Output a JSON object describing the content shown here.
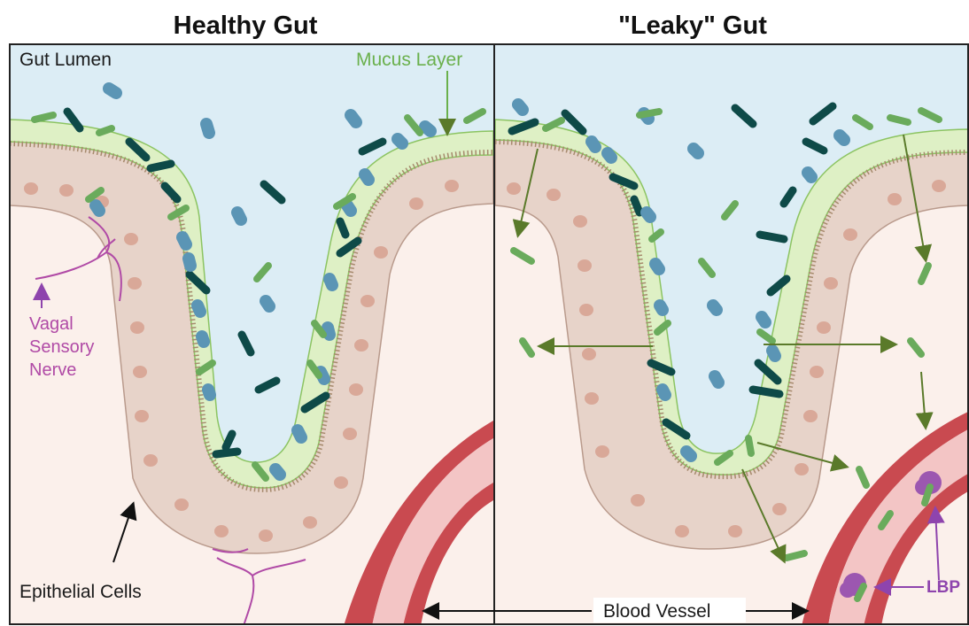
{
  "panels": {
    "left_title": "Healthy Gut",
    "right_title": "\"Leaky\" Gut"
  },
  "labels": {
    "gut_lumen": "Gut Lumen",
    "mucus_layer": "Mucus Layer",
    "vagal_line1": "Vagal",
    "vagal_line2": "Sensory",
    "vagal_line3": "Nerve",
    "epithelial_cells": "Epithelial Cells",
    "blood_vessel": "Blood Vessel",
    "lbp": "LBP"
  },
  "colors": {
    "lumen": "#dcedf5",
    "tissue": "#fbf0eb",
    "mucus": "#def0c5",
    "cell_fill": "#e7d3c9",
    "nucleus": "#d9a898",
    "vessel_wall": "#c94a50",
    "vessel_lumen": "#f3c5c5",
    "bacteria_dark": "#0e4a48",
    "bacteria_blue": "#5b95b5",
    "bacteria_green": "#6aab5c",
    "nerve": "#b04aa6",
    "lbp": "#8e44ad",
    "arrow_green": "#5a7a2a"
  },
  "icons": [
    "bacteria-icon",
    "lbp-protein-icon",
    "nerve-icon",
    "blood-vessel-icon",
    "arrow-icon"
  ]
}
